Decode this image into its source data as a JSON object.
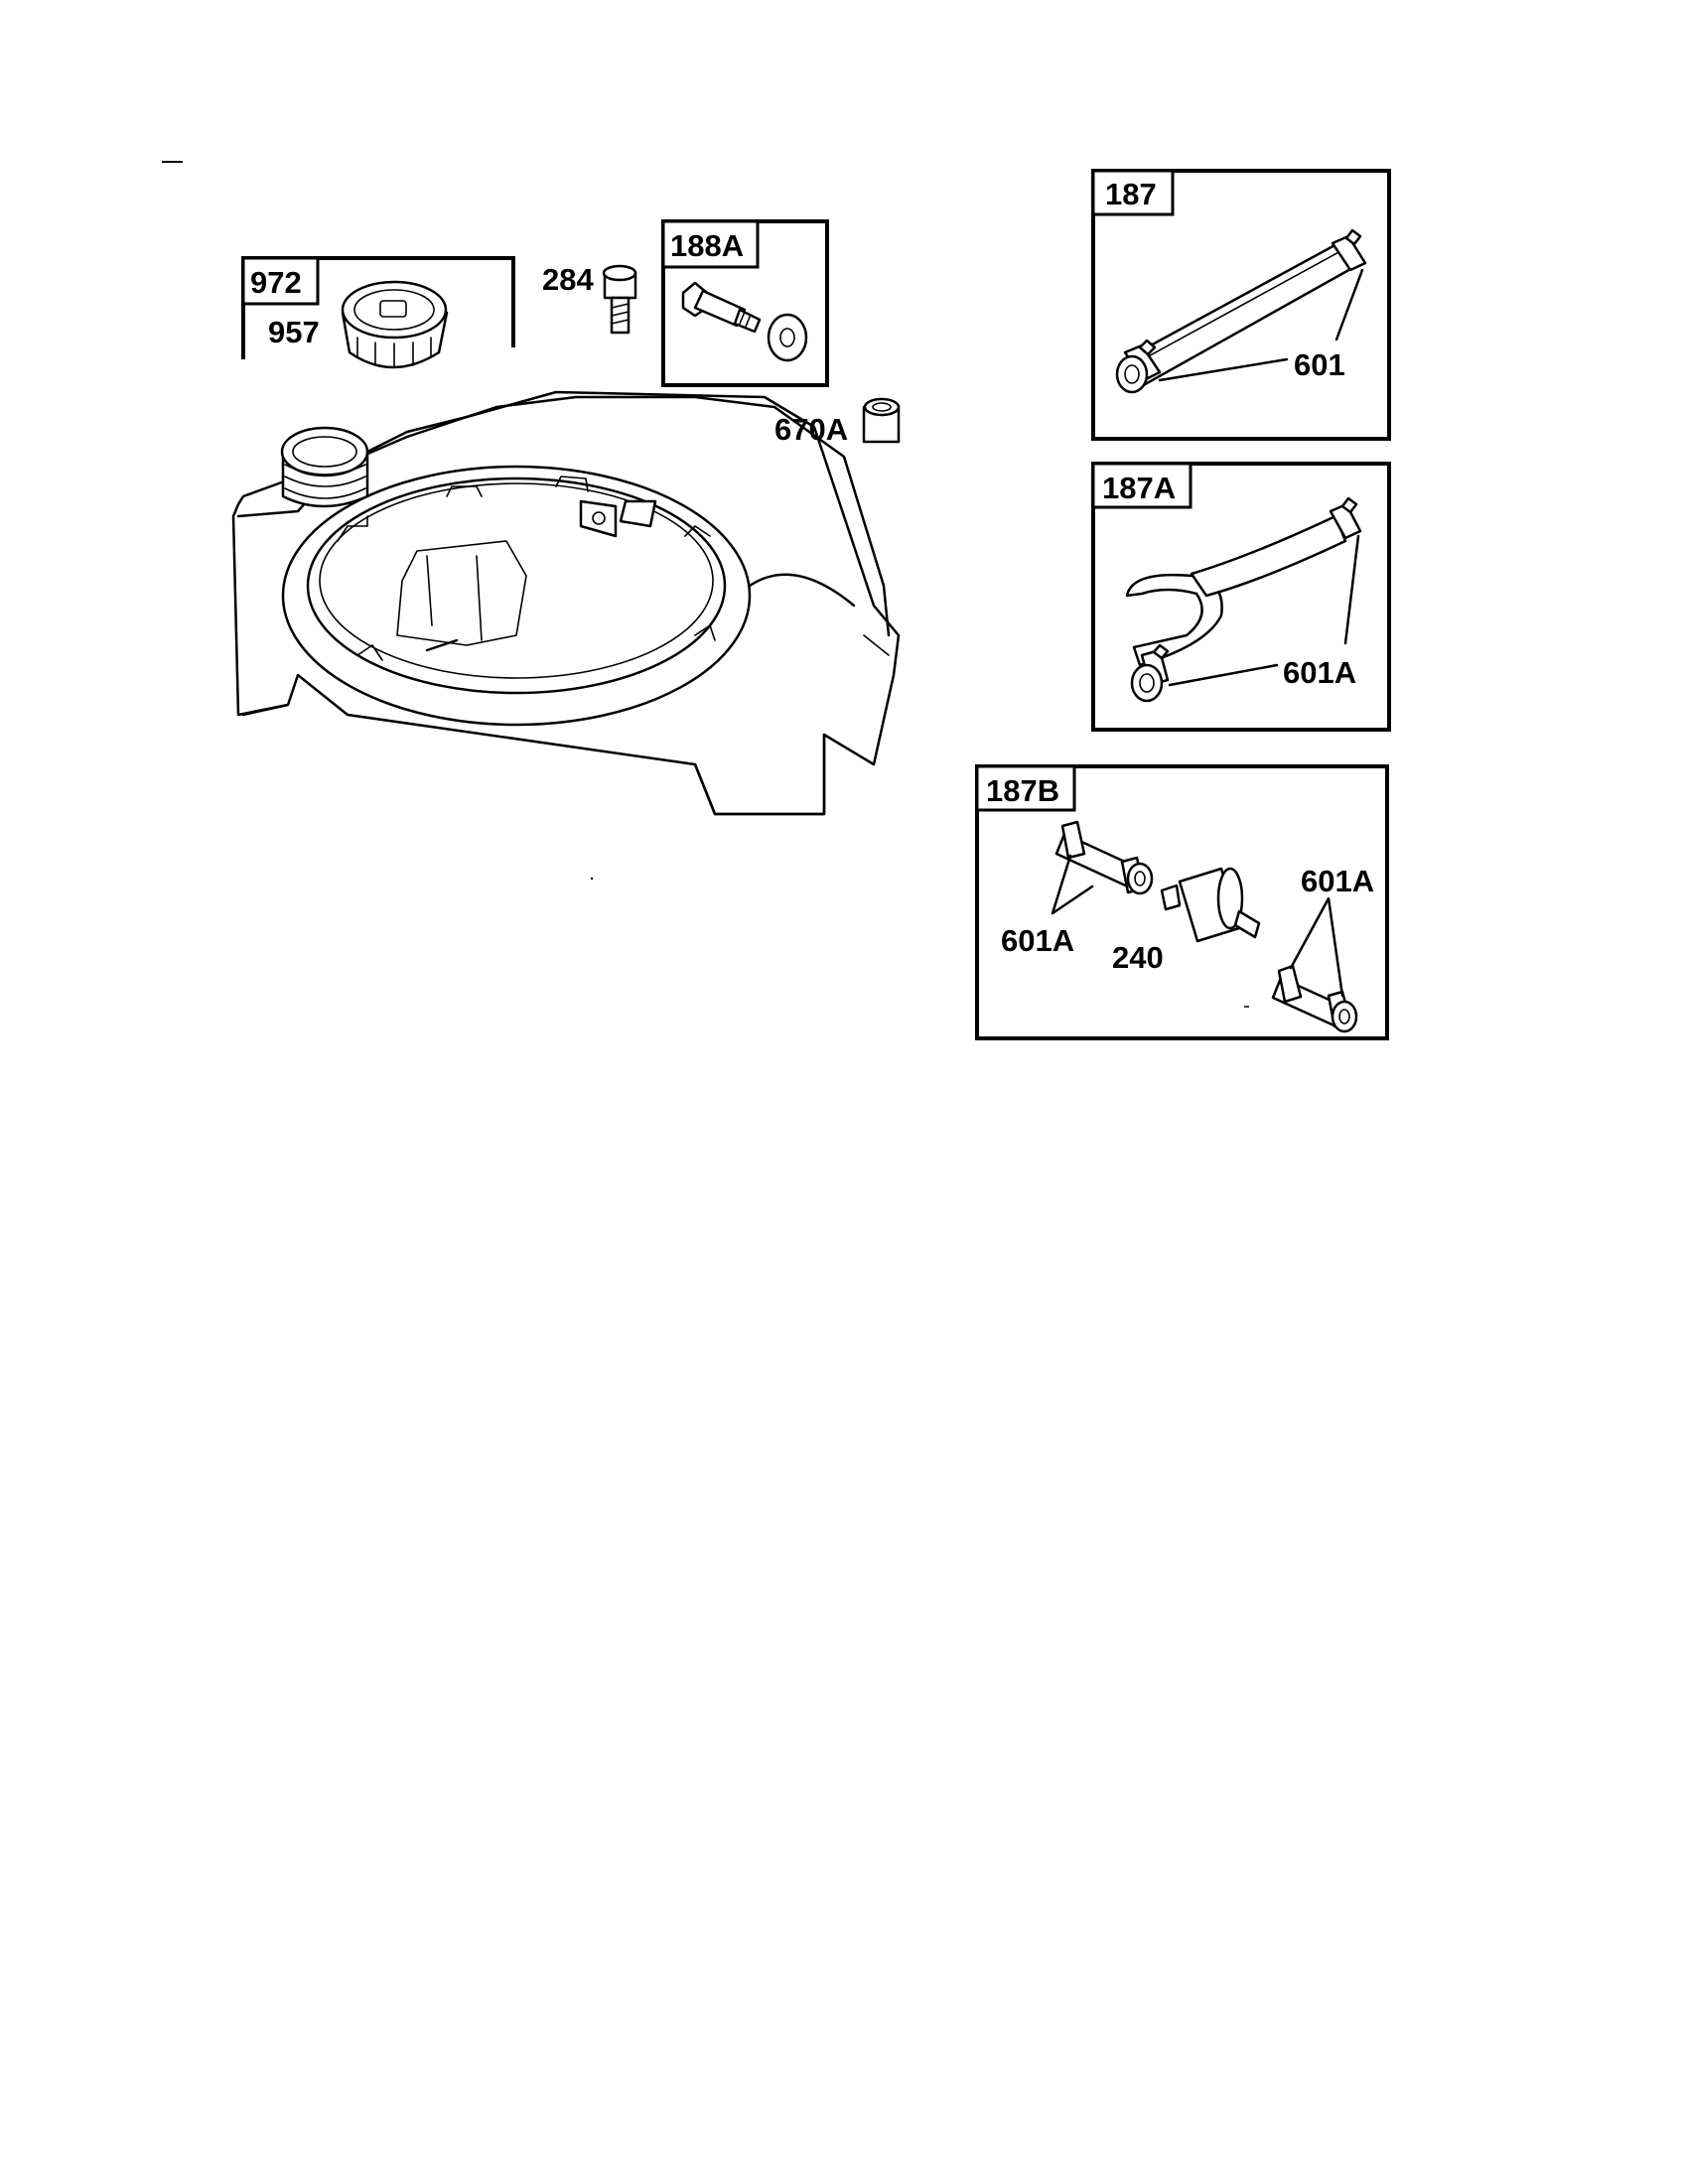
{
  "callouts": {
    "kit_972": "972",
    "part_957": "957",
    "part_284": "284",
    "kit_188A": "188A",
    "part_670A": "670A",
    "kit_187": "187",
    "part_601": "601",
    "kit_187A": "187A",
    "part_601A_187A": "601A",
    "kit_187B": "187B",
    "part_601A_left": "601A",
    "part_240": "240",
    "part_601A_right": "601A"
  }
}
